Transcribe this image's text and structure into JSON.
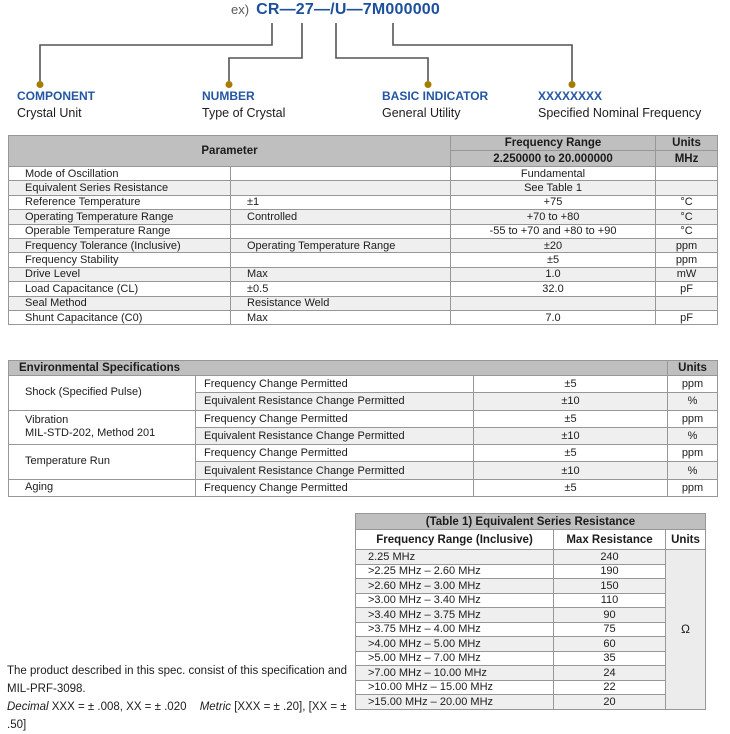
{
  "colors": {
    "navy": "#1c4f9c",
    "label_blue": "#2456a4",
    "gray_text": "#595959",
    "line_gray": "#555555",
    "gold": "#a67c00",
    "header_bg": "#bfbfbf",
    "alt_row": "#efefef",
    "border_inner": "#979797",
    "border_outer": "#6b6b6b"
  },
  "diagram": {
    "example_prefix": "ex)",
    "part_number": "CR—27—/U—7M000000",
    "labels": [
      {
        "title": "COMPONENT",
        "subtitle": "Crystal Unit"
      },
      {
        "title": "NUMBER",
        "subtitle": "Type of Crystal"
      },
      {
        "title": "BASIC INDICATOR",
        "subtitle": "General Utility"
      },
      {
        "title": "XXXXXXXX",
        "subtitle": "Specified Nominal Frequency"
      }
    ]
  },
  "main_table": {
    "header": {
      "parameter": "Parameter",
      "frequency_range": "Frequency Range",
      "range_value": "2.250000 to 20.000000",
      "units": "Units",
      "units_value": "MHz"
    },
    "rows": [
      {
        "param": "Mode of Oscillation",
        "cond": "",
        "value": "Fundamental",
        "units": ""
      },
      {
        "param": "Equivalent Series Resistance",
        "cond": "",
        "value": "See Table 1",
        "units": ""
      },
      {
        "param": "Reference Temperature",
        "cond": "±1",
        "value": "+75",
        "units": "°C"
      },
      {
        "param": "Operating Temperature Range",
        "cond": "Controlled",
        "value": "+70 to +80",
        "units": "°C"
      },
      {
        "param": "Operable Temperature Range",
        "cond": "",
        "value": "-55 to +70 and +80 to +90",
        "units": "°C"
      },
      {
        "param": "Frequency Tolerance (Inclusive)",
        "cond": "Operating Temperature Range",
        "value": "±20",
        "units": "ppm"
      },
      {
        "param": "Frequency Stability",
        "cond": "",
        "value": "±5",
        "units": "ppm"
      },
      {
        "param": "Drive Level",
        "cond": "Max",
        "value": "1.0",
        "units": "mW"
      },
      {
        "param": "Load Capacitance (CL)",
        "cond": "±0.5",
        "value": "32.0",
        "units": "pF"
      },
      {
        "param": "Seal Method",
        "cond": "Resistance Weld",
        "value": "",
        "units": ""
      },
      {
        "param": "Shunt Capacitance (C0)",
        "cond": "Max",
        "value": "7.0",
        "units": "pF"
      }
    ]
  },
  "env_table": {
    "title": "Environmental Specifications",
    "units_header": "Units",
    "rows": [
      {
        "category": "Shock (Specified Pulse)",
        "category2": "",
        "test": "Frequency Change Permitted",
        "value": "±5",
        "units": "ppm"
      },
      {
        "test": "Equivalent Resistance Change Permitted",
        "value": "±10",
        "units": "%"
      },
      {
        "category": "Vibration",
        "category2": "MIL-STD-202, Method 201",
        "test": "Frequency Change Permitted",
        "value": "±5",
        "units": "ppm"
      },
      {
        "test": "Equivalent Resistance Change Permitted",
        "value": "±10",
        "units": "%"
      },
      {
        "category": "Temperature Run",
        "category2": "",
        "test": "Frequency Change Permitted",
        "value": "±5",
        "units": "ppm"
      },
      {
        "test": "Equivalent Resistance Change Permitted",
        "value": "±10",
        "units": "%"
      },
      {
        "category": "Aging",
        "category2": "",
        "test": "Frequency Change Permitted",
        "value": "±5",
        "units": "ppm"
      }
    ]
  },
  "table1": {
    "title": "(Table 1) Equivalent Series Resistance",
    "col_range": "Frequency Range (Inclusive)",
    "col_max": "Max Resistance",
    "col_units": "Units",
    "units_value": "Ω",
    "rows": [
      {
        "range": "2.25 MHz",
        "max": "240"
      },
      {
        "range": ">2.25 MHz – 2.60 MHz",
        "max": "190"
      },
      {
        "range": ">2.60 MHz – 3.00 MHz",
        "max": "150"
      },
      {
        "range": ">3.00 MHz – 3.40 MHz",
        "max": "110"
      },
      {
        "range": ">3.40 MHz – 3.75 MHz",
        "max": "90"
      },
      {
        "range": ">3.75 MHz – 4.00 MHz",
        "max": "75"
      },
      {
        "range": ">4.00 MHz – 5.00 MHz",
        "max": "60"
      },
      {
        "range": ">5.00 MHz – 7.00 MHz",
        "max": "35"
      },
      {
        "range": ">7.00 MHz – 10.00 MHz",
        "max": "24"
      },
      {
        "range": ">10.00 MHz – 15.00 MHz",
        "max": "22"
      },
      {
        "range": ">15.00 MHz – 20.00 MHz",
        "max": "20"
      }
    ]
  },
  "footer": {
    "spec_note_1": "The product described in this spec. consist of this specification and",
    "spec_note_2": "MIL-PRF-3098.",
    "tol_decimal_label": "Decimal",
    "tol_decimal_text": "XXX = ± .008, XX = ± .020",
    "tol_metric_label": "Metric",
    "tol_metric_text": "[XXX = ± .20], [XX = ± .50]"
  }
}
